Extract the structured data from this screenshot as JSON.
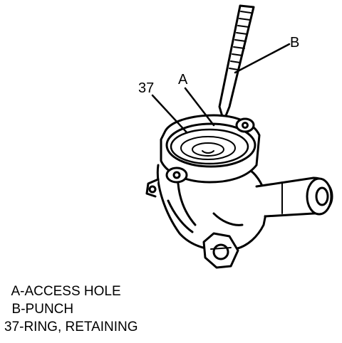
{
  "callouts": {
    "a": "A",
    "b": "B",
    "ring": "37"
  },
  "legend": [
    "  A-ACCESS HOLE",
    "  B-PUNCH",
    "37-RING, RETAINING"
  ]
}
